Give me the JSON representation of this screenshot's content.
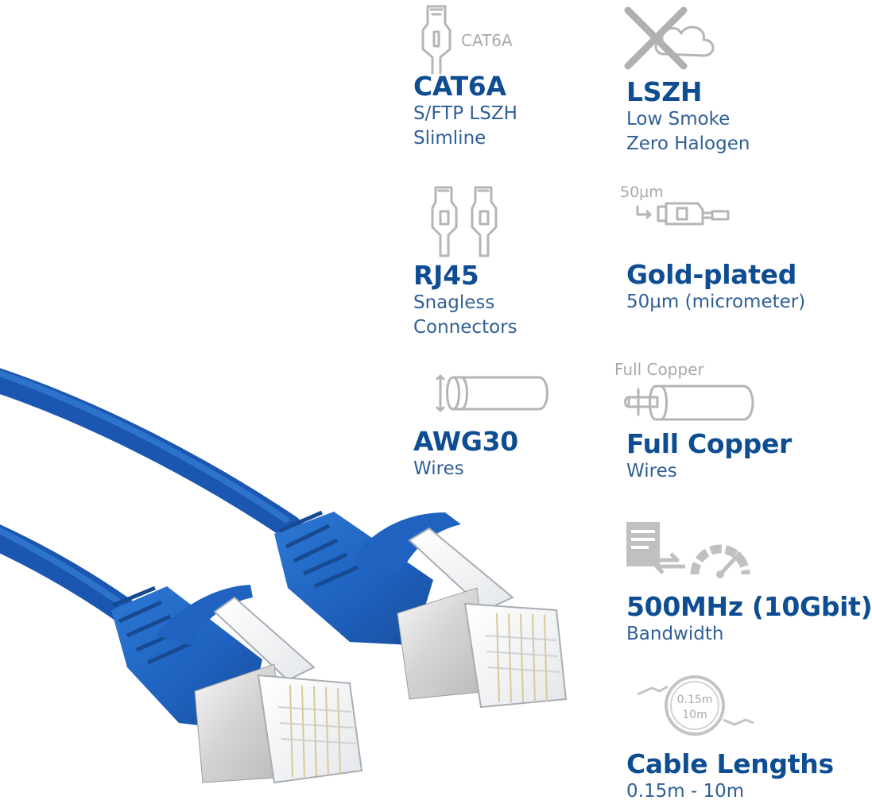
{
  "features": [
    {
      "id": "cat6a",
      "title": "CAT6A",
      "lines": [
        "S/FTP LSZH",
        "Slimline"
      ],
      "icon": "rj45-plug-icon",
      "icon_label": "CAT6A"
    },
    {
      "id": "lszh",
      "title": "LSZH",
      "lines": [
        "Low Smoke",
        "Zero Halogen"
      ],
      "icon": "crossed-smoke-icon"
    },
    {
      "id": "rj45",
      "title": "RJ45",
      "lines": [
        "Snagless",
        "Connectors"
      ],
      "icon": "double-plug-icon"
    },
    {
      "id": "gold",
      "title": "Gold-plated",
      "lines": [
        "50µm (micrometer)"
      ],
      "icon": "gold-contact-icon",
      "icon_label": "50µm"
    },
    {
      "id": "awg",
      "title": "AWG30",
      "lines": [
        "Wires"
      ],
      "icon": "wire-diameter-icon"
    },
    {
      "id": "copper",
      "title": "Full Copper",
      "lines": [
        "Wires"
      ],
      "icon": "copper-wire-icon",
      "icon_label": "Full Copper"
    },
    {
      "id": "bandwidth",
      "title": "500MHz (10Gbit)",
      "lines": [
        "Bandwidth"
      ],
      "icon": "speed-gauge-icon"
    },
    {
      "id": "lengths",
      "title": "Cable Lengths",
      "lines": [
        "0.15m - 10m"
      ],
      "icon": "cable-coil-icon",
      "icon_label_1": "0.15m",
      "icon_label_2": "10m"
    }
  ],
  "colors": {
    "cable_blue": "#1f62bf",
    "title_blue": "#0e4d92",
    "subtitle_blue": "#2f5f97",
    "icon_gray": "#b5b5b5"
  }
}
